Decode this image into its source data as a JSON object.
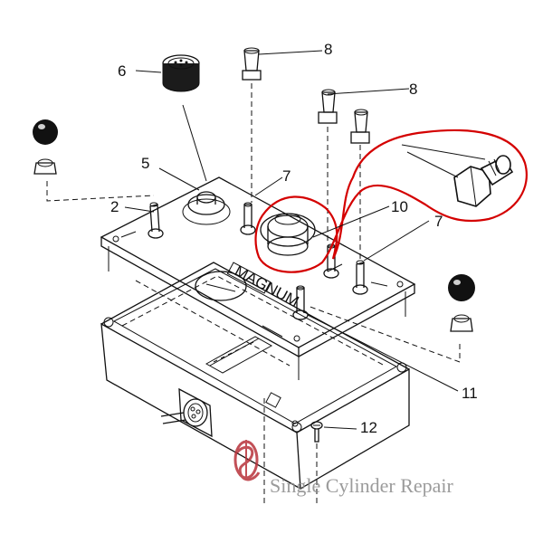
{
  "callouts": {
    "c2": "2",
    "c5": "5",
    "c6": "6",
    "c7a": "7",
    "c7b": "7",
    "c8a": "8",
    "c8b": "8",
    "c10": "10",
    "c11": "11",
    "c12": "12"
  },
  "watermark": {
    "text": "Single Cylinder Repair"
  },
  "plate_label": "MAGNUM",
  "highlight_color": "#d40000",
  "logo_color": "#b8323a",
  "icons": [
    "knob-ball-icon",
    "toggle-switch-icon",
    "circular-connector-icon",
    "breaker-button-icon",
    "screw-icon"
  ]
}
